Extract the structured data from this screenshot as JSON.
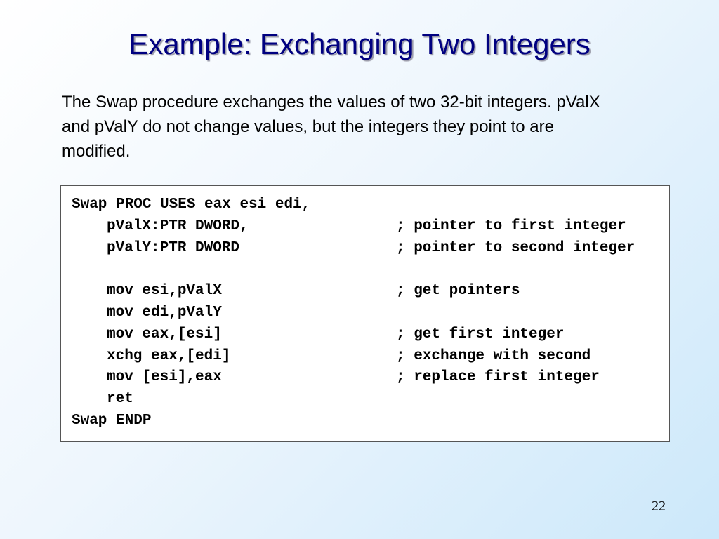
{
  "slide": {
    "title": "Example: Exchanging Two Integers",
    "intro": "The Swap procedure exchanges the values of two 32-bit integers. pValX and pValY do not change values, but the integers they point to are modified.",
    "page_number": "22"
  },
  "code": {
    "lines": [
      {
        "stmt": "Swap PROC USES eax esi edi,",
        "comment": ""
      },
      {
        "stmt": "pValX:PTR DWORD,",
        "comment": "; pointer to first integer"
      },
      {
        "stmt": "pValY:PTR DWORD",
        "comment": "; pointer to second integer"
      },
      {
        "stmt": "",
        "comment": ""
      },
      {
        "stmt": "mov esi,pValX",
        "comment": "; get pointers"
      },
      {
        "stmt": "mov edi,pValY",
        "comment": ""
      },
      {
        "stmt": "mov eax,[esi]",
        "comment": "; get first integer"
      },
      {
        "stmt": "xchg eax,[edi]",
        "comment": "; exchange with second"
      },
      {
        "stmt": "mov [esi],eax",
        "comment": "; replace first integer"
      },
      {
        "stmt": "ret",
        "comment": ""
      },
      {
        "stmt": "Swap ENDP",
        "comment": ""
      }
    ]
  }
}
